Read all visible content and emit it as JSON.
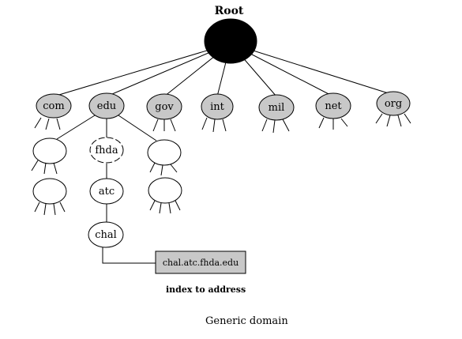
{
  "root": {
    "label": "Root"
  },
  "top_level_domains": [
    {
      "label": "com"
    },
    {
      "label": "edu"
    },
    {
      "label": "gov"
    },
    {
      "label": "int"
    },
    {
      "label": "mil"
    },
    {
      "label": "net"
    },
    {
      "label": "org"
    }
  ],
  "edu_children": [
    {
      "label": ""
    },
    {
      "label": "fhda"
    },
    {
      "label": ""
    }
  ],
  "second_level": [
    {
      "label": ""
    },
    {
      "label": "atc"
    },
    {
      "label": ""
    }
  ],
  "leaf": {
    "label": "chal"
  },
  "address_box": {
    "label": "chal.atc.fhda.edu"
  },
  "annotation": {
    "label": "index to address"
  },
  "caption": {
    "label": "Generic domain"
  },
  "colors": {
    "root_fill": "#000000",
    "tld_fill": "#c8c8c8",
    "node_fill": "#ffffff",
    "box_fill": "#c8c8c8"
  }
}
